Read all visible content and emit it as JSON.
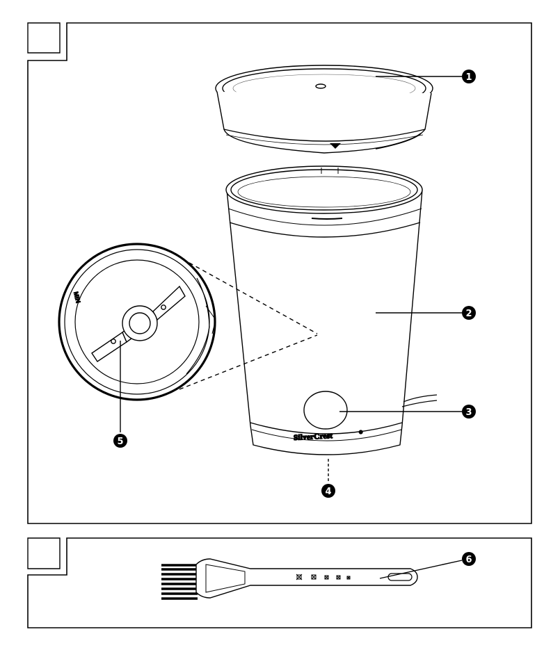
{
  "panels": [
    {
      "id": "panel-1",
      "corner_label": ""
    },
    {
      "id": "panel-2",
      "corner_label": ""
    }
  ],
  "callouts": [
    {
      "number": "1",
      "part": "lid"
    },
    {
      "number": "2",
      "part": "housing"
    },
    {
      "number": "3",
      "part": "on-off-button"
    },
    {
      "number": "4",
      "part": "cable"
    },
    {
      "number": "5",
      "part": "blade"
    },
    {
      "number": "6",
      "part": "cleaning-brush"
    }
  ],
  "brand_text": "SilverCrest",
  "brand_mark": "®",
  "bowl_marking": "MIN",
  "colors": {
    "ink": "#000000",
    "paper": "#ffffff"
  },
  "icons": [
    "triangle-marker-icon"
  ]
}
